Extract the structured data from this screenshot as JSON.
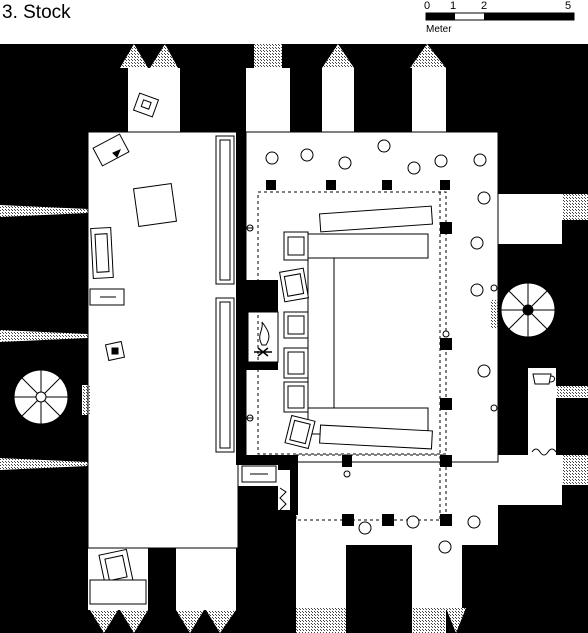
{
  "floor_title": "3. Stock",
  "scale": {
    "ticks": [
      "0",
      "1",
      "2",
      "5"
    ],
    "unit": "Meter"
  },
  "colors": {
    "wall": "#000000",
    "floor": "#ffffff",
    "line": "#000000",
    "stipple": "#888888"
  }
}
